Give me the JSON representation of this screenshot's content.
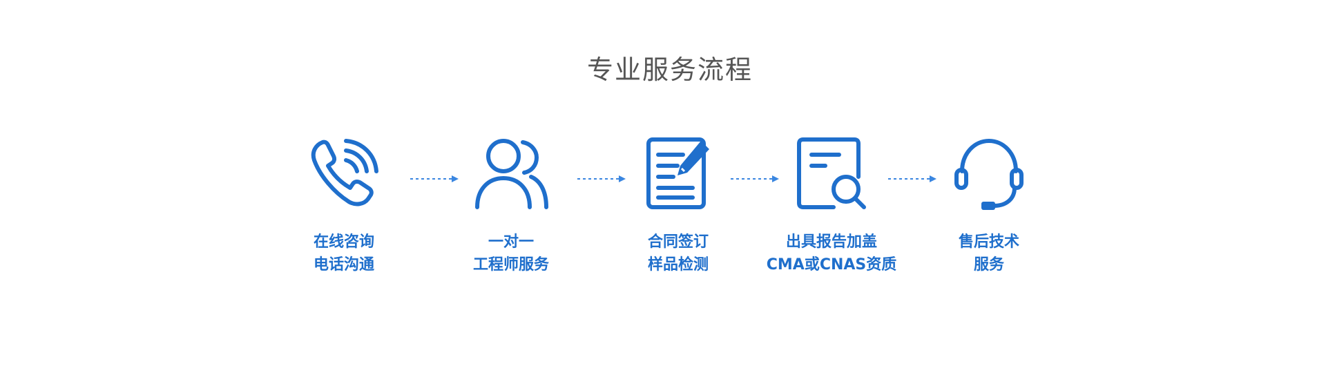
{
  "title": "专业服务流程",
  "colors": {
    "accent": "#1f6fcc",
    "arrow": "#3a86e0",
    "title": "#555555"
  },
  "steps": [
    {
      "icon": "phone-icon",
      "line1": "在线咨询",
      "line2": "电话沟通"
    },
    {
      "icon": "users-icon",
      "line1": "一对一",
      "line2": "工程师服务"
    },
    {
      "icon": "contract-edit-icon",
      "line1": "合同签订",
      "line2": "样品检测"
    },
    {
      "icon": "report-search-icon",
      "line1": "出具报告加盖",
      "line2": "CMA或CNAS资质"
    },
    {
      "icon": "headset-icon",
      "line1": "售后技术",
      "line2": "服务"
    }
  ]
}
